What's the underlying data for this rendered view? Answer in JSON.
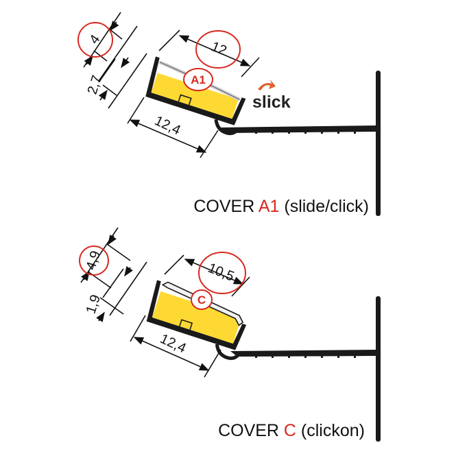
{
  "colors": {
    "accent": "#d7281e",
    "led": "#ffd933",
    "profile": "#1a1a1a",
    "cover": "#f2f2f2"
  },
  "diagram_a": {
    "dims": {
      "height_total": "4",
      "height_inner": "2,7",
      "top_width": "12",
      "bottom_width": "12,4"
    },
    "badge": "A1",
    "logo": "slick",
    "caption": {
      "prefix": "COVER ",
      "code": "A1",
      "suffix": " (slide/click)"
    }
  },
  "diagram_c": {
    "dims": {
      "height_total": "4,9",
      "height_inner": "1,9",
      "top_width": "10,5",
      "bottom_width": "12,4"
    },
    "badge": "C",
    "caption": {
      "prefix": "COVER ",
      "code": "C",
      "suffix": " (clickon)"
    }
  }
}
